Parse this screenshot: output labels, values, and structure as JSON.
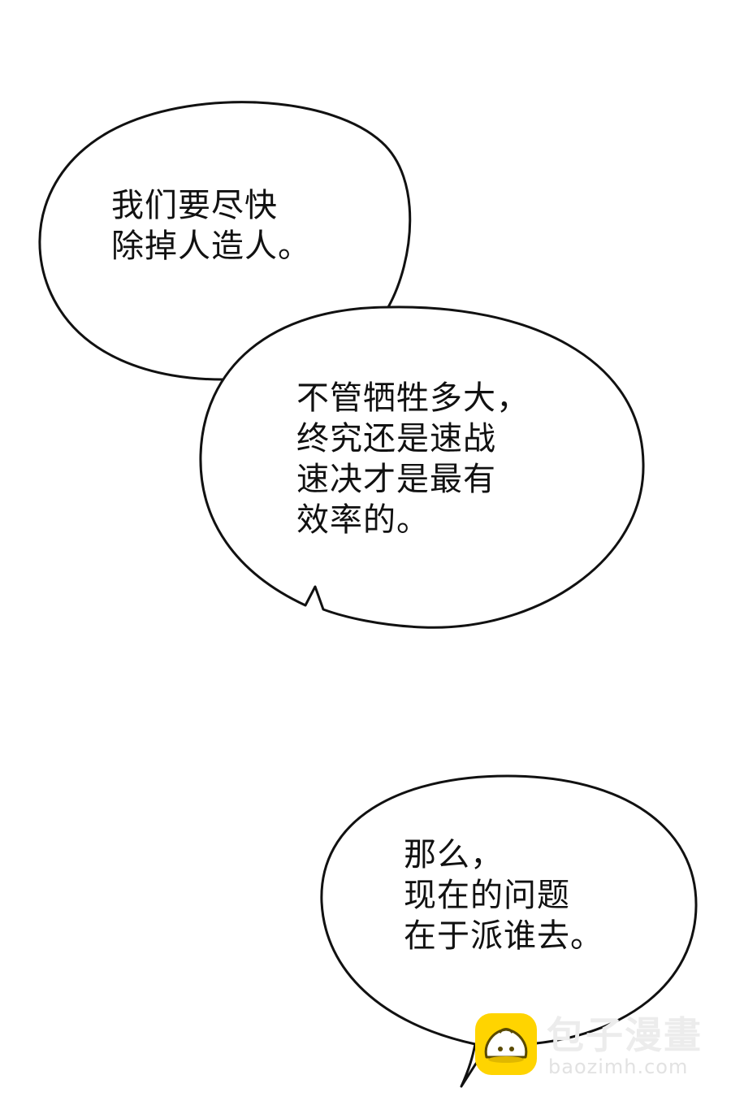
{
  "bubbles": [
    {
      "lines": [
        "我们要尽快",
        "除掉人造人。"
      ]
    },
    {
      "lines": [
        "不管牺牲多大，",
        "终究还是速战",
        "速决才是最有",
        "效率的。"
      ]
    },
    {
      "lines": [
        "那么，",
        "现在的问题",
        "在于派谁去。"
      ]
    }
  ],
  "watermark": {
    "brand": "包子漫畫",
    "url": "baozimh.com",
    "logo_color": "#ffd400"
  }
}
